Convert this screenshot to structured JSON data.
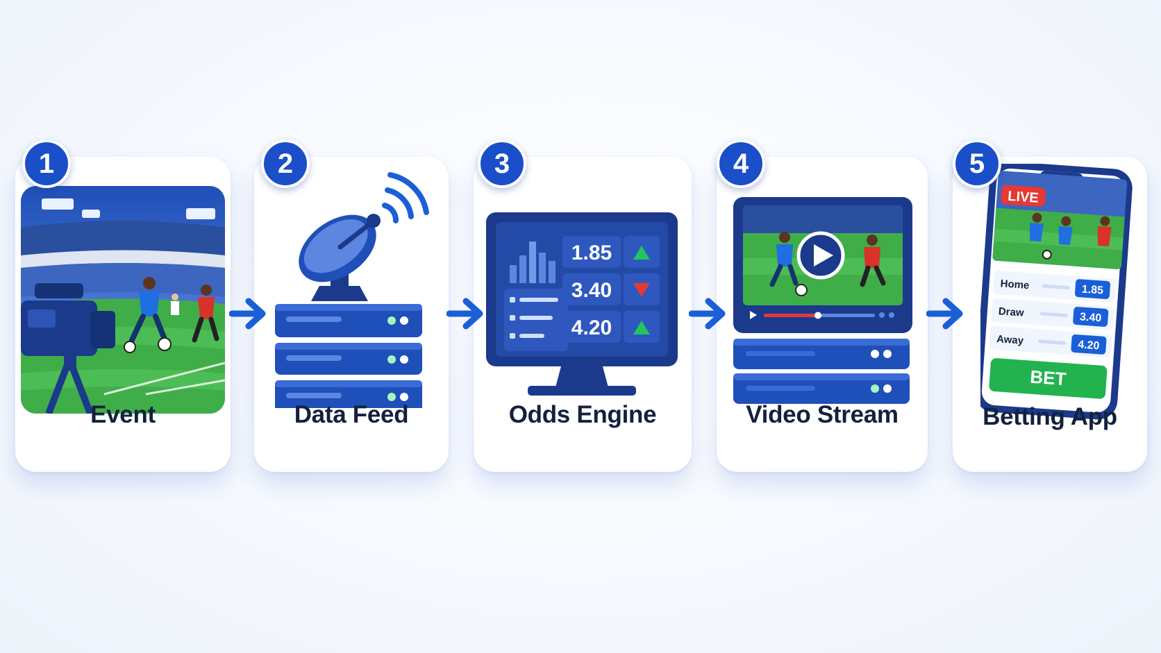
{
  "steps": [
    {
      "number": "1",
      "label": "Event"
    },
    {
      "number": "2",
      "label": "Data Feed"
    },
    {
      "number": "3",
      "label": "Odds Engine"
    },
    {
      "number": "4",
      "label": "Video Stream"
    },
    {
      "number": "5",
      "label": "Betting App"
    }
  ],
  "odds_engine": {
    "values": [
      "1.85",
      "3.40",
      "4.20"
    ],
    "trends": [
      "up",
      "down",
      "up"
    ]
  },
  "betting_app": {
    "live_label": "LIVE",
    "rows": [
      {
        "name": "Home",
        "odds": "1.85"
      },
      {
        "name": "Draw",
        "odds": "3.40"
      },
      {
        "name": "Away",
        "odds": "4.20"
      }
    ],
    "bet_label": "BET"
  },
  "colors": {
    "primary": "#1a4fc9",
    "dark": "#1b3a8c",
    "green": "#22c55e",
    "red": "#e53935",
    "pitch": "#3fae49"
  }
}
